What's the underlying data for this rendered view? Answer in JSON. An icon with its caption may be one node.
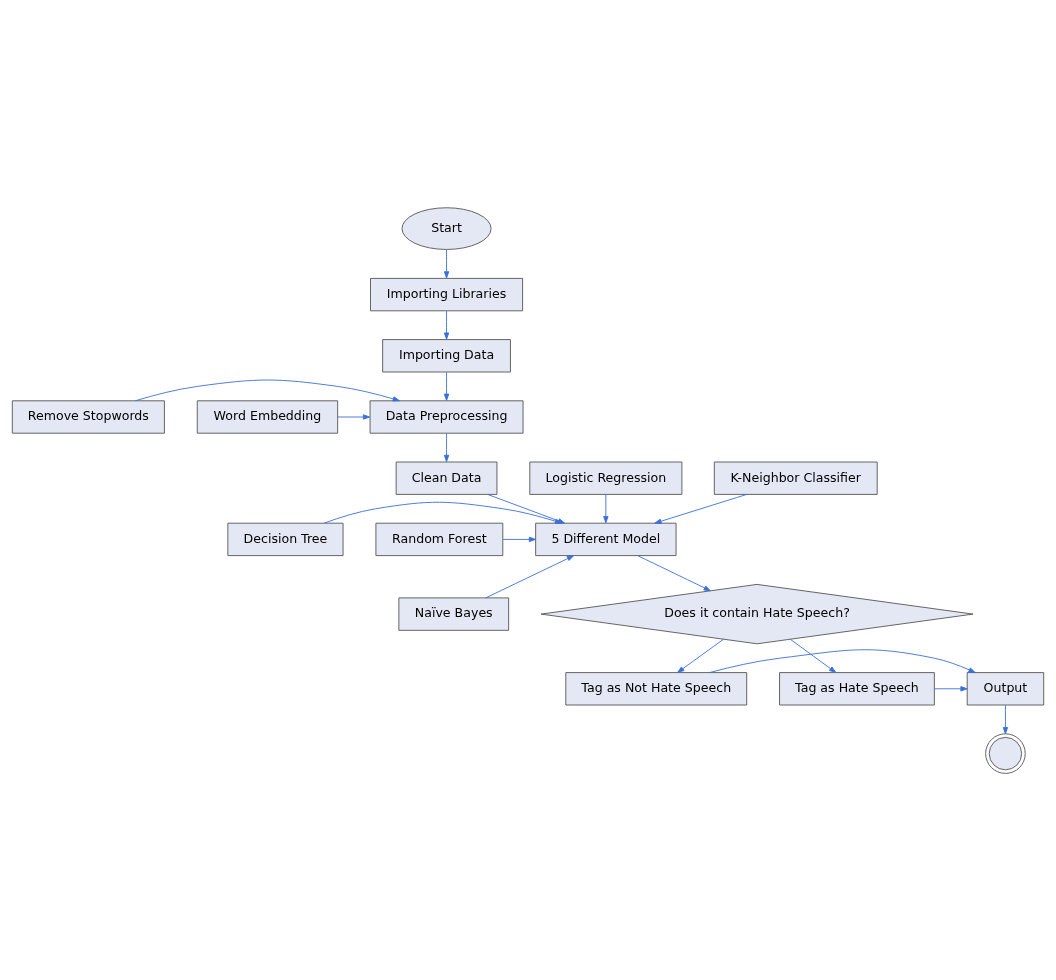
{
  "diagram": {
    "nodes": [
      {
        "text": [
          "Start"
        ]
      },
      {
        "text": [
          "Importing Libraries"
        ]
      },
      {
        "text": [
          "Importing Data"
        ]
      },
      {
        "text": [
          "Remove Stopwords"
        ]
      },
      {
        "text": [
          "Word Embedding"
        ]
      },
      {
        "text": [
          "Data Preprocessing"
        ]
      },
      {
        "text": [
          "Logistic Regression"
        ]
      },
      {
        "text": [
          "Clean Data"
        ]
      },
      {
        "text": [
          "K-Neighbor Classifier"
        ]
      },
      {
        "text": [
          "5 Different Model"
        ]
      },
      {
        "text": [
          "Decision Tree"
        ]
      },
      {
        "text": [
          "Random Forest"
        ]
      },
      {
        "text": [
          "Naïve Bayes"
        ]
      },
      {
        "text": [
          "Does it contain Hate Speech?"
        ]
      },
      {
        "text": [
          "Tag as Hate Speech"
        ]
      },
      {
        "text": [
          "Tag as Not Hate Speech"
        ]
      },
      {
        "text": [
          "Output"
        ]
      },
      {
        "text": [],
        "shape": "circle"
      }
    ],
    "edges": [
      {
        "from": 0,
        "to": 1,
        "arrow": "to"
      },
      {
        "from": 1,
        "to": 2,
        "arrow": "to"
      },
      {
        "from": 2,
        "to": 5,
        "arrow": "to"
      },
      {
        "from": 3,
        "to": 5,
        "arrow": "to"
      },
      {
        "from": 4,
        "to": 5,
        "arrow": "to"
      },
      {
        "from": 5,
        "to": 7,
        "arrow": "to"
      },
      {
        "from": 7,
        "to": 9,
        "arrow": "to"
      },
      {
        "from": 6,
        "to": 9,
        "arrow": "to"
      },
      {
        "from": 8,
        "to": 9,
        "arrow": "to"
      },
      {
        "from": 11,
        "to": 9,
        "arrow": "to"
      },
      {
        "from": 10,
        "to": 9,
        "arrow": "to"
      },
      {
        "from": 12,
        "to": 9,
        "arrow": "to"
      },
      {
        "from": 9,
        "to": 13,
        "arrow": "to"
      },
      {
        "from": 13,
        "to": 14,
        "arrow": "to"
      },
      {
        "from": 13,
        "to": 15,
        "arrow": "to"
      },
      {
        "from": 14,
        "to": 16,
        "arrow": "to"
      },
      {
        "from": 15,
        "to": 16,
        "arrow": "to"
      },
      {
        "from": 16,
        "to": 17,
        "arrow": "to"
      }
    ]
  }
}
